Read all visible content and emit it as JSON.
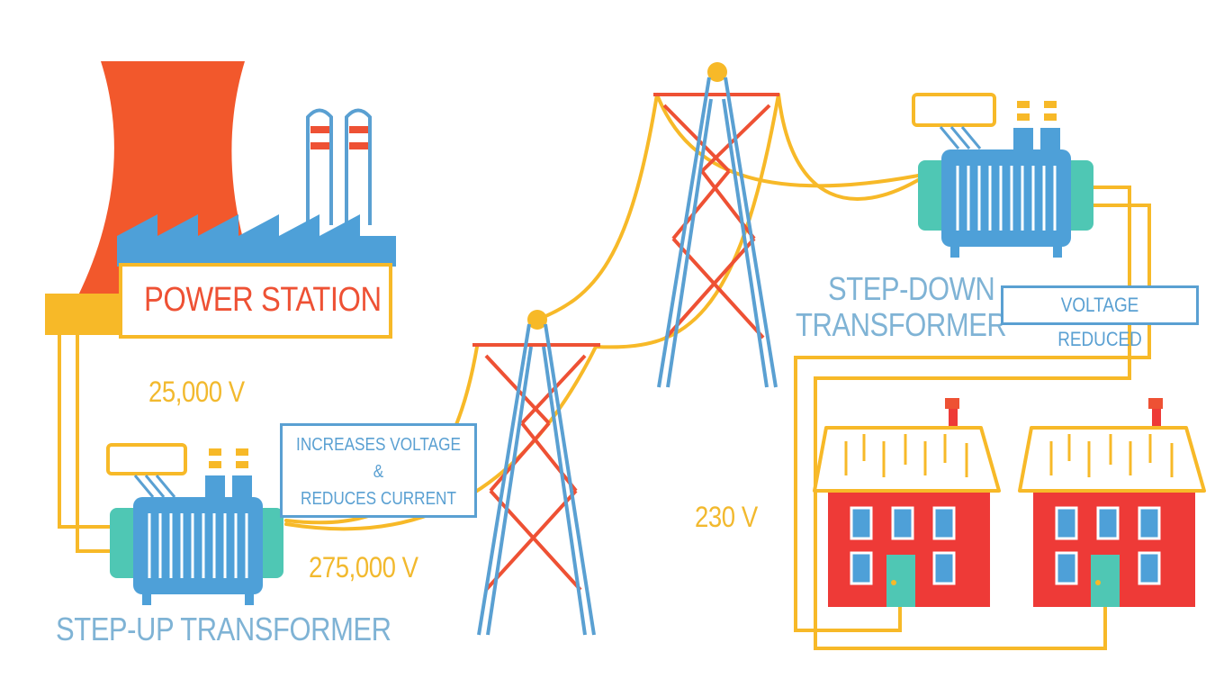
{
  "labels": {
    "power_station": "POWER STATION",
    "step_up": "STEP-UP TRANSFORMER",
    "step_down_line1": "STEP-DOWN",
    "step_down_line2": "TRANSFORMER",
    "increases_line1": "INCREASES VOLTAGE",
    "increases_line2": "&",
    "increases_line3": "REDUCES CURRENT",
    "voltage_reduced": "VOLTAGE REDUCED",
    "v_25000": "25,000 V",
    "v_275000": "275,000 V",
    "v_230": "230 V"
  },
  "colors": {
    "cooling_tower": "#f2582c",
    "factory_roof": "#4ea0d8",
    "cable": "#f7b928",
    "pylon_blue": "#5aa0d2",
    "pylon_red": "#ee5134",
    "house_red": "#ee3a37",
    "door_teal": "#4fc7b4",
    "text_blue": "#7fb3d5",
    "text_amber": "#f2b92e"
  }
}
